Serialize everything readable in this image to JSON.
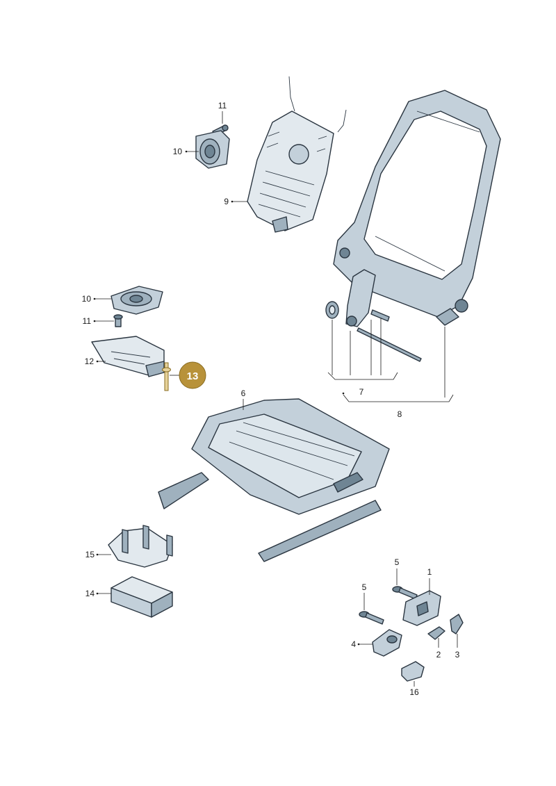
{
  "diagram": {
    "callouts": {
      "c1": "1",
      "c2": "2",
      "c3": "3",
      "c4": "4",
      "c5a": "5",
      "c5b": "5",
      "c6": "6",
      "c7": "7",
      "c8": "8",
      "c9": "9",
      "c10a": "10",
      "c10b": "10",
      "c11a": "11",
      "c11b": "11",
      "c12": "12",
      "c14": "14",
      "c15": "15",
      "c16": "16"
    },
    "highlight": {
      "label": "13",
      "color": "#b8923a"
    },
    "colors": {
      "part_light": "#c3d0da",
      "part_mid": "#9fb1be",
      "part_dark": "#6f8594",
      "outline": "#2a3540"
    }
  }
}
